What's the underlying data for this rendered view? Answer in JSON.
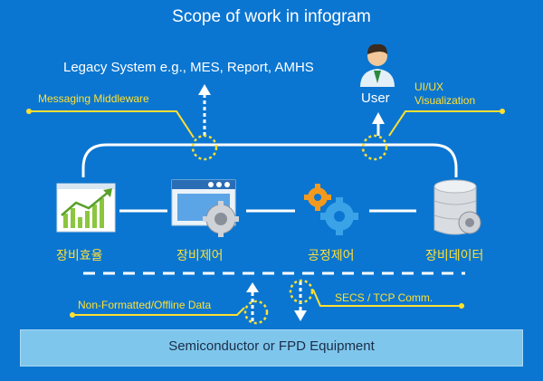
{
  "title": "Scope of work in infogram",
  "legacy_label": "Legacy System e.g., MES, Report, AMHS",
  "user_label": "User",
  "annotations": {
    "messaging": "Messaging Middleware",
    "uiux_line1": "UI/UX",
    "uiux_line2": "Visualization",
    "nonformatted": "Non-Formatted/Offline Data",
    "secs": "SECS / TCP Comm."
  },
  "modules": [
    {
      "label": "장비효율",
      "icon": "efficiency-chart-icon"
    },
    {
      "label": "장비제어",
      "icon": "equipment-control-icon"
    },
    {
      "label": "공정제어",
      "icon": "process-control-gears-icon"
    },
    {
      "label": "장비데이터",
      "icon": "equipment-database-icon"
    }
  ],
  "equipment_bar": "Semiconductor or FPD Equipment",
  "colors": {
    "background": "#0b76d1",
    "accent_yellow": "#ffe033",
    "line_white": "#ffffff",
    "bar_fill": "#7fc6ec"
  }
}
